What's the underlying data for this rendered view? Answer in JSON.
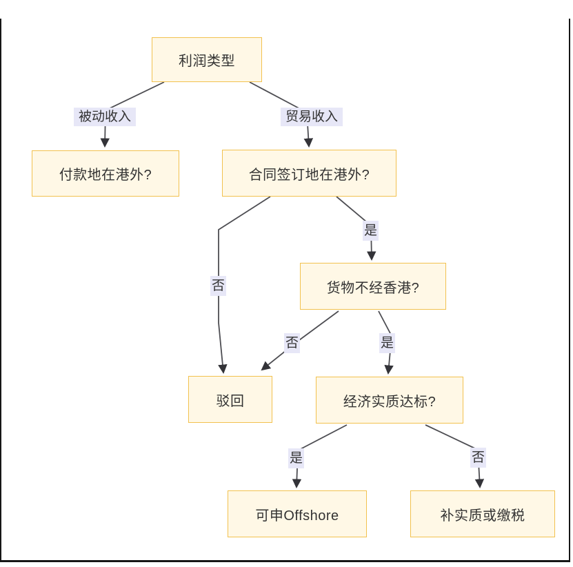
{
  "diagram": {
    "type": "flowchart",
    "direction": "top-down",
    "title": "",
    "colors": {
      "node_fill": "#FFF8E6",
      "node_border": "#F2C14E",
      "node_text": "#333333",
      "edge_line": "#4D4D52",
      "edge_label_bg": "#E7E7F7",
      "frame_border": "#161616",
      "background": "#FFFFFF"
    },
    "nodes": [
      {
        "id": "profit-type",
        "label": "利润类型"
      },
      {
        "id": "payment-outside-hk",
        "label": "付款地在港外?"
      },
      {
        "id": "contract-outside-hk",
        "label": "合同签订地在港外?"
      },
      {
        "id": "goods-not-via-hk",
        "label": "货物不经香港?"
      },
      {
        "id": "reject",
        "label": "驳回"
      },
      {
        "id": "substance-met",
        "label": "经济实质达标?"
      },
      {
        "id": "offshore-claim",
        "label": "可申Offshore"
      },
      {
        "id": "add-substance-or-tax",
        "label": "补实质或缴税"
      }
    ],
    "edges": [
      {
        "from": "profit-type",
        "to": "payment-outside-hk",
        "label": "被动收入"
      },
      {
        "from": "profit-type",
        "to": "contract-outside-hk",
        "label": "贸易收入"
      },
      {
        "from": "contract-outside-hk",
        "to": "reject",
        "label": "否"
      },
      {
        "from": "contract-outside-hk",
        "to": "goods-not-via-hk",
        "label": "是"
      },
      {
        "from": "goods-not-via-hk",
        "to": "reject",
        "label": "否"
      },
      {
        "from": "goods-not-via-hk",
        "to": "substance-met",
        "label": "是"
      },
      {
        "from": "substance-met",
        "to": "offshore-claim",
        "label": "是"
      },
      {
        "from": "substance-met",
        "to": "add-substance-or-tax",
        "label": "否"
      }
    ]
  }
}
